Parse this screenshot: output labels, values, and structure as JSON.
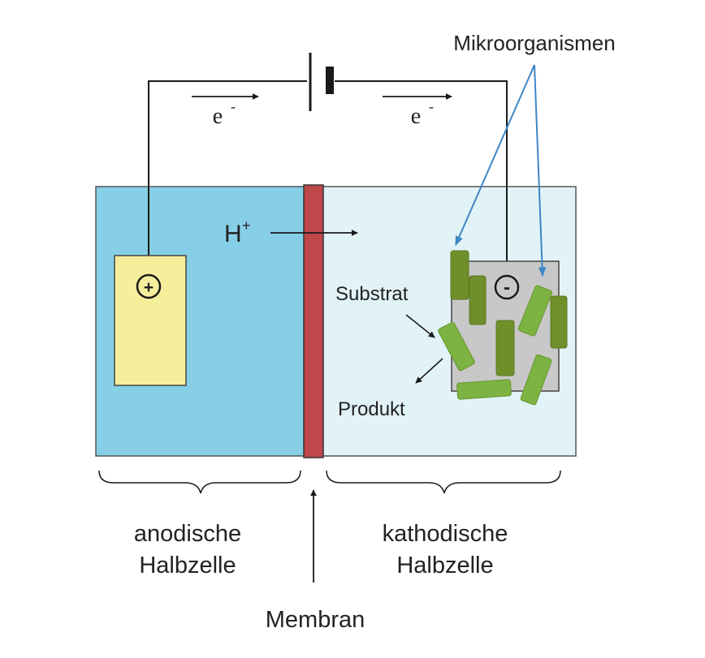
{
  "labels": {
    "microorganisms": "Mikroorganismen",
    "electron": "e",
    "electron_charge": "-",
    "proton": "H",
    "proton_charge": "+",
    "anode_sign": "+",
    "cathode_sign": "-",
    "substrate": "Substrat",
    "product": "Produkt",
    "anodic_line1": "anodische",
    "anodic_line2": "Halbzelle",
    "cathodic_line1": "kathodische",
    "cathodic_line2": "Halbzelle",
    "membrane": "Membran"
  },
  "colors": {
    "anode_chamber": "#87cfe6",
    "cathode_chamber": "#e2f3f8",
    "membrane": "#c0474a",
    "anode_electrode": "#f5ef9c",
    "cathode_electrode": "#c8c8c8",
    "bacteria_dark": "#6f8f2b",
    "bacteria_light": "#7cb342",
    "pointer_arrows": "#3d86c6",
    "wire": "#1a1a1a"
  }
}
